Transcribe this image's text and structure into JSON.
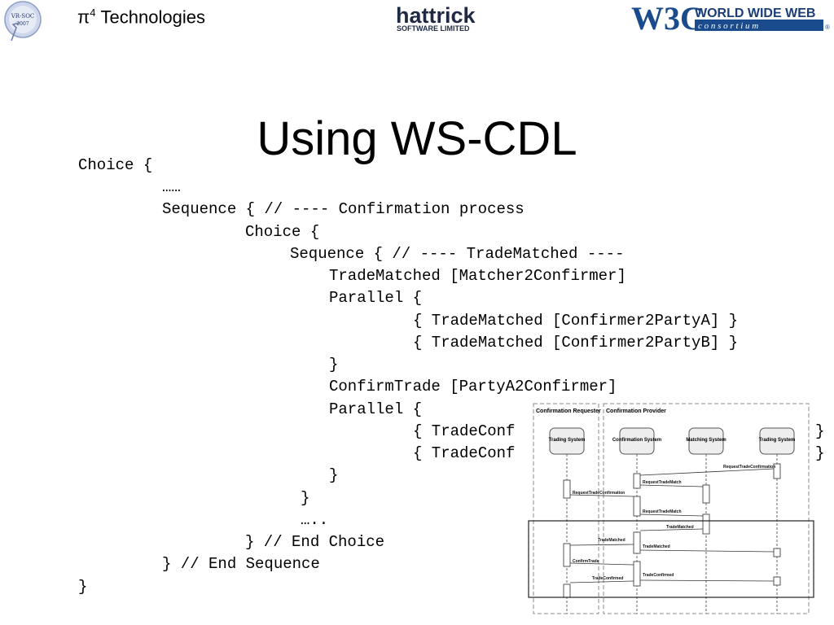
{
  "header": {
    "badge_text": [
      "VR-SOC",
      "2007"
    ],
    "company_name": "π",
    "company_sup": "4",
    "company_suffix": " Technologies",
    "hattrick_main": "hattrick",
    "hattrick_sub": "SOFTWARE LIMITED",
    "w3c_main": "WORLD WIDE WEB",
    "w3c_sub": "c o n s o r t i u m"
  },
  "slide": {
    "title": "Using WS-CDL"
  },
  "code_lines": [
    "Choice {",
    "……",
    "Sequence { // ---- Confirmation process",
    "Choice {",
    "Sequence { // ---- TradeMatched ----",
    "TradeMatched [Matcher2Confirmer]",
    "Parallel {",
    "{ TradeMatched [Confirmer2PartyA] }",
    "{ TradeMatched [Confirmer2PartyB] }",
    "}",
    "ConfirmTrade [PartyA2Confirmer]",
    "Parallel {",
    "{ TradeConf",
    "{ TradeConf",
    "}",
    "}",
    "…..",
    "} // End Choice",
    "} // End Sequence",
    "}"
  ],
  "code_trailing": [
    "}",
    "}"
  ],
  "diagram": {
    "groups": [
      "Confirmation Requester",
      "Confirmation Provider"
    ],
    "lifelines": [
      "Trading System",
      "Confirmation System",
      "Matching System",
      "Trading System"
    ],
    "messages": [
      "RequestTradeConfirmation",
      "RequestTradeMatch",
      "RequestTradeConfirmation",
      "RequestTradeMatch",
      "TradeMatched",
      "TradeMatched",
      "TradeMatched",
      "ConfirmTrade",
      "TradeConfirmed",
      "TradeConfirmed"
    ]
  }
}
